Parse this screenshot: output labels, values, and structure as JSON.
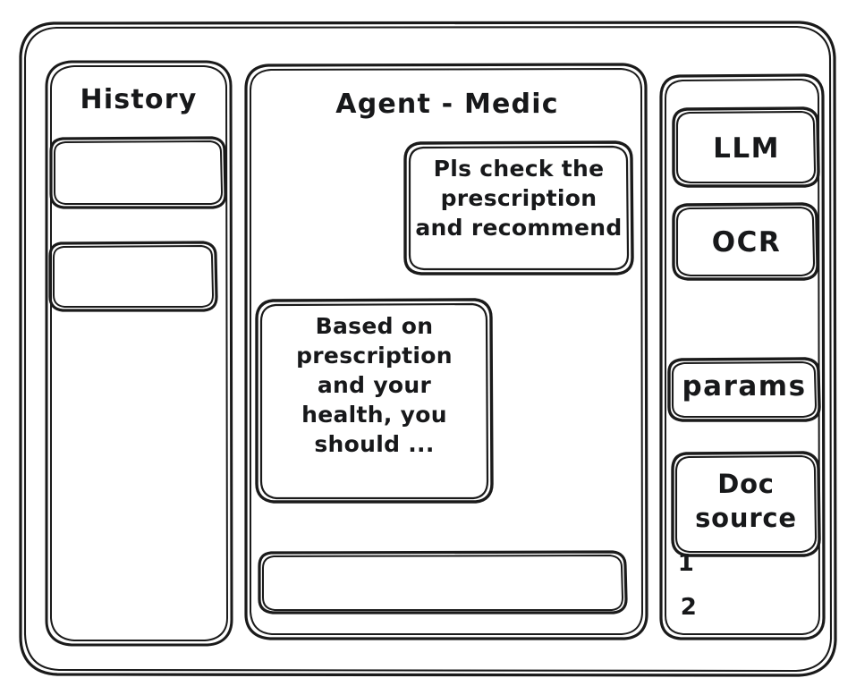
{
  "window": {
    "style": "hand-drawn-wireframe",
    "stroke_color": "#1a1a1a",
    "background_color": "#ffffff"
  },
  "sidebar_left": {
    "title": "History",
    "items": [
      {
        "label": ""
      },
      {
        "label": ""
      }
    ]
  },
  "main": {
    "title": "Agent - Medic",
    "messages": [
      {
        "role": "user",
        "align": "right",
        "lines": [
          "Pls check the",
          "prescription",
          "and recommend"
        ],
        "text": "Pls check the prescription and recommend"
      },
      {
        "role": "agent",
        "align": "left",
        "lines": [
          "Based on",
          "prescription",
          "and your",
          "health, you",
          "should ..."
        ],
        "text": "Based on prescription and your health, you should ..."
      }
    ],
    "composer": {
      "value": "",
      "placeholder": ""
    }
  },
  "sidebar_right": {
    "tools": [
      {
        "label": "LLM"
      },
      {
        "label": "OCR"
      },
      {
        "label": "params"
      }
    ],
    "doc_source": {
      "lines": [
        "Doc",
        "source"
      ],
      "label": "Doc source",
      "items": [
        "1",
        "2"
      ]
    }
  }
}
